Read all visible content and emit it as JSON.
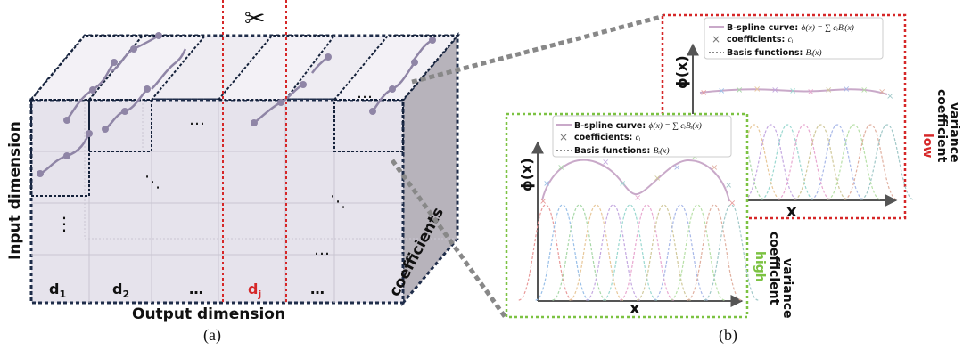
{
  "panel_a": {
    "caption": "(a)",
    "y_axis_label": "Input dimension",
    "x_axis_label": "Output dimension",
    "depth_label": "coefficients",
    "col_labels": [
      "d",
      "d",
      "…",
      "d",
      "…"
    ],
    "col_subs": [
      "1",
      "2",
      "",
      "j",
      ""
    ],
    "ellipsis": "…",
    "vdots": "⋮",
    "ddots": "⋱",
    "scissors": "✂",
    "colors": {
      "cut_line": "#d62728",
      "cube_edge": "#1f2d4a",
      "curve": "#8f85a6",
      "cube_fill": "#e7e4ee",
      "side_fill": "#b7b3bb"
    }
  },
  "panel_b": {
    "caption": "(b)",
    "low_plot": {
      "legend_curve": "B-spline curve:",
      "legend_curve_formula": "ϕ(x) = ∑ cᵢBᵢ(x)",
      "legend_coef": "coefficients:",
      "legend_coef_formula": "cᵢ",
      "legend_basis": "Basis functions:",
      "legend_basis_formula": "Bᵢ(x)",
      "ylabel": "ϕ(x)",
      "xlabel": "x",
      "side_word1": "low",
      "side_word2": "coefficient",
      "side_word3": "variance",
      "border_color": "#d62728",
      "side_color": "#d62728"
    },
    "high_plot": {
      "legend_curve": "B-spline curve:",
      "legend_curve_formula": "ϕ(x) = ∑ cᵢBᵢ(x)",
      "legend_coef": "coefficients:",
      "legend_coef_formula": "cᵢ",
      "legend_basis": "Basis functions:",
      "legend_basis_formula": "Bᵢ(x)",
      "ylabel": "ϕ(x)",
      "xlabel": "x",
      "side_word1": "high",
      "side_word2": "coefficient",
      "side_word3": "variance",
      "border_color": "#7cc242",
      "side_color": "#7cc242"
    }
  }
}
